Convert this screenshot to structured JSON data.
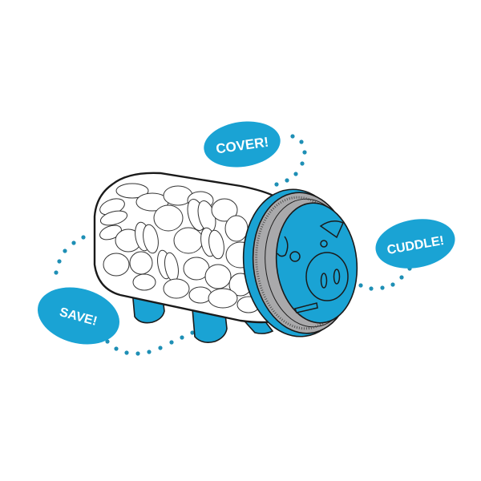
{
  "illustration": {
    "subject": "piggy-bank-mason-jar",
    "colors": {
      "accent_blue": "#1AA3D4",
      "dot_blue": "#1E8FB5",
      "lid_gray": "#A9A9AB",
      "outline": "#1A1A1A",
      "background": "#FFFFFF",
      "coin_fill": "#FFFFFF"
    }
  },
  "bubbles": [
    {
      "id": "cover",
      "label": "COVER!"
    },
    {
      "id": "cuddle",
      "label": "CUDDLE!"
    },
    {
      "id": "save",
      "label": "SAVE!"
    }
  ]
}
